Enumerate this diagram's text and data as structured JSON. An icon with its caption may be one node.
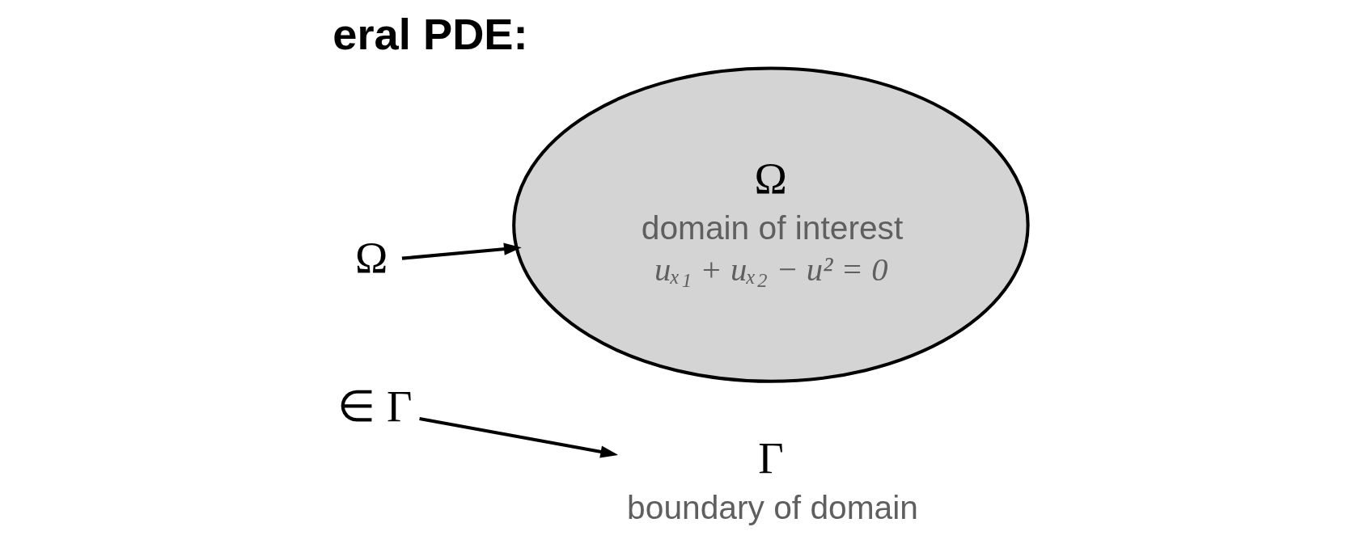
{
  "diagram": {
    "title": "eral PDE:",
    "nodes": [
      {
        "text": [
          "Ω"
        ]
      },
      {
        "text": [
          "∈ Γ"
        ]
      },
      {
        "text": [
          "Ω",
          "domain of interest",
          "uₓ₁ + uₓ₂ − u² = 0"
        ]
      },
      {
        "text": [
          "Γ",
          "boundary of domain"
        ]
      }
    ],
    "edges": [
      {
        "from": 0,
        "to": 2,
        "arrow": "to"
      },
      {
        "from": 1,
        "to": 3,
        "arrow": "to"
      }
    ]
  }
}
